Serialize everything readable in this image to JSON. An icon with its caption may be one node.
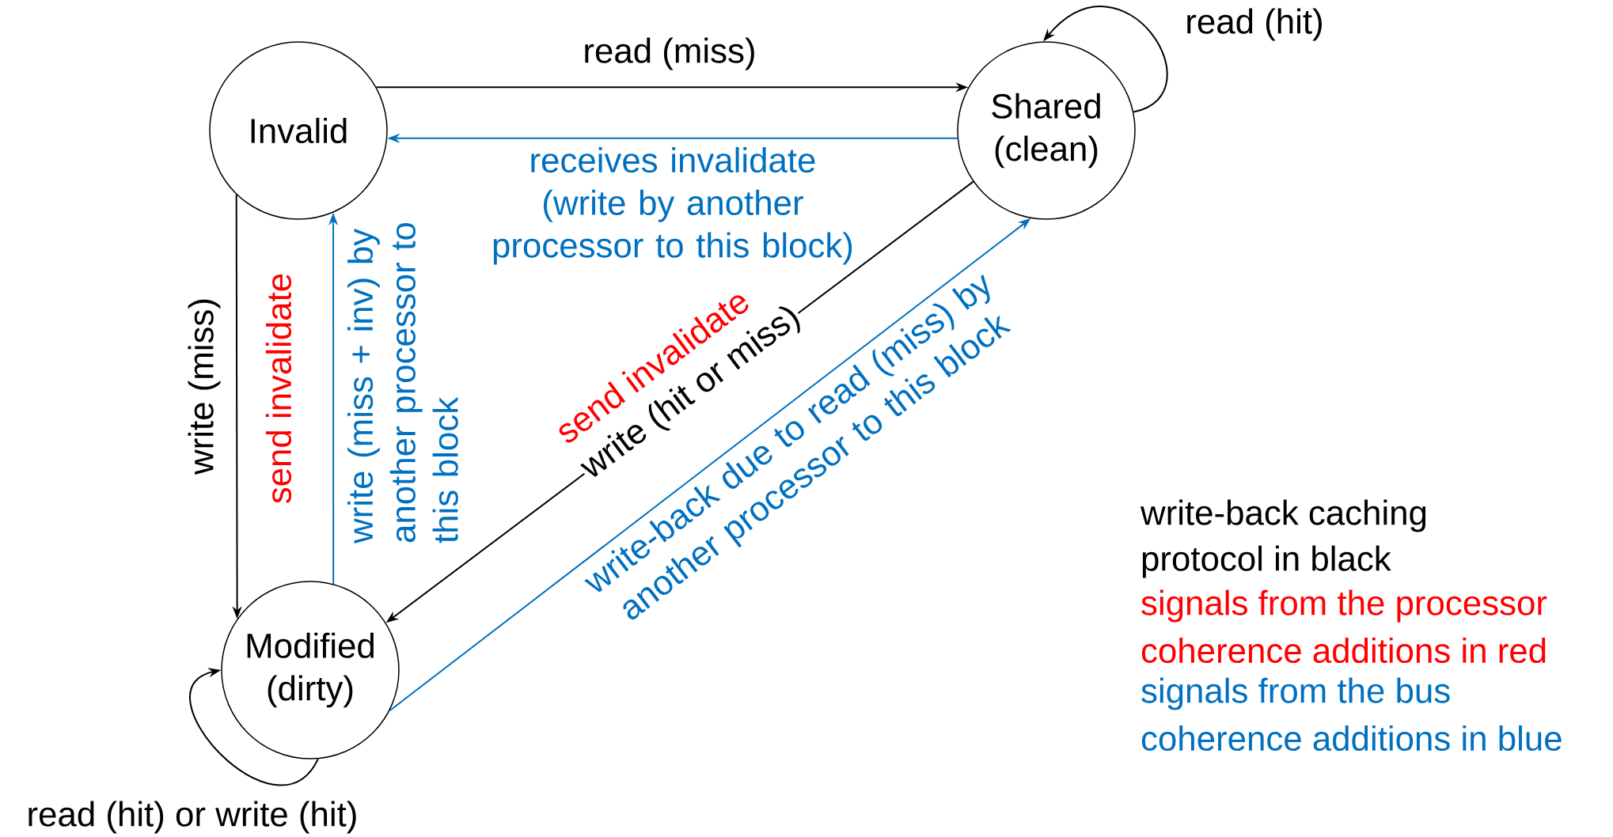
{
  "diagram": {
    "nodes": [
      {
        "text": [
          "Invalid"
        ]
      },
      {
        "text": [
          "Shared (clean)"
        ]
      },
      {
        "text": [
          "Modified (dirty)"
        ]
      }
    ],
    "edges": [
      {
        "from": 0,
        "to": 1,
        "arrow": "to",
        "label": "read (miss)"
      },
      {
        "from": 1,
        "to": 0,
        "arrow": "to",
        "label": "receives invalidate (write by another processor to this block)",
        "color": "#0070c0"
      },
      {
        "from": 1,
        "to": 1,
        "arrow": "to",
        "label": "read (hit)"
      },
      {
        "from": 0,
        "to": 2,
        "arrow": "to",
        "label": "write (miss)"
      },
      {
        "from": 2,
        "to": 0,
        "arrow": "to",
        "label": "write (miss + inv) by another processor to this block",
        "color": "#0070c0"
      },
      {
        "from": 1,
        "to": 2,
        "arrow": "to",
        "label": "write (hit or miss)"
      },
      {
        "from": 2,
        "to": 1,
        "arrow": "to",
        "label": "write-back due to read (miss) by another processor to this block",
        "color": "#0070c0"
      },
      {
        "from": 2,
        "to": 2,
        "arrow": "to",
        "label": "read (hit) or write (hit)"
      }
    ],
    "labels": [
      "send invalidate",
      "send invalidate",
      "write-back caching",
      "protocol in black",
      "signals from the processor",
      "coherence additions in red",
      "signals from the bus",
      "coherence additions in blue"
    ]
  }
}
